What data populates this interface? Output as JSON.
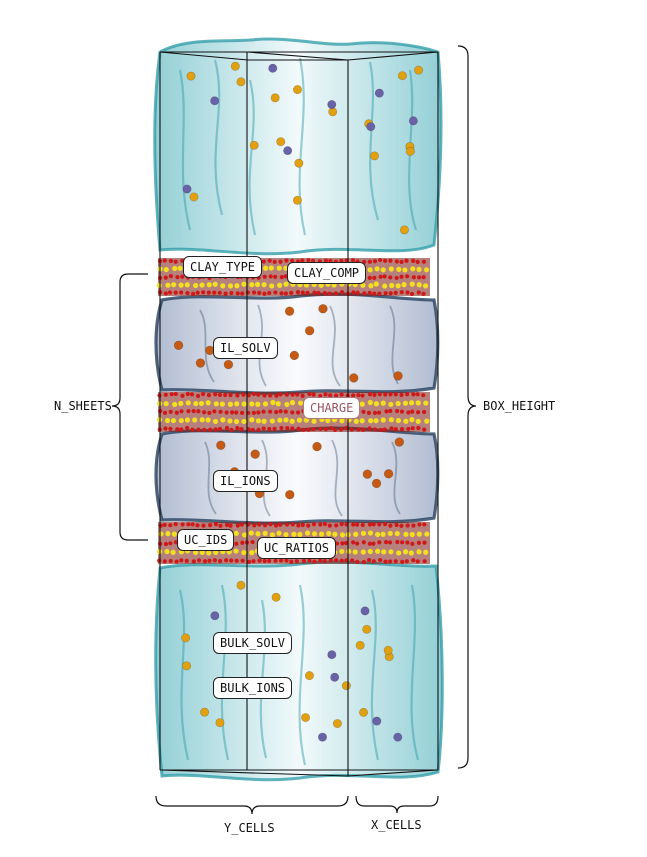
{
  "colors": {
    "water": "#2a9aa6",
    "water_fill": "#e4f3f5",
    "ionic_liquid": "#25405f",
    "ionic_liquid_fill": "#eef1f7",
    "oxygen": "#d01818",
    "silicon": "#f0e020",
    "ion_gold": "#e0a010",
    "ion_purple": "#6a62a8",
    "ion_orange": "#c45a14",
    "charge_label": "#9a5560"
  },
  "labels": {
    "clay_type": "CLAY_TYPE",
    "clay_comp": "CLAY_COMP",
    "il_solv": "IL_SOLV",
    "charge": "CHARGE",
    "il_ions": "IL_IONS",
    "uc_ids": "UC_IDS",
    "uc_ratios": "UC_RATIOS",
    "bulk_solv": "BULK_SOLV",
    "bulk_ions": "BULK_IONS"
  },
  "dimensions": {
    "n_sheets": "N_SHEETS",
    "box_height": "BOX_HEIGHT",
    "y_cells": "Y_CELLS",
    "x_cells": "X_CELLS"
  }
}
